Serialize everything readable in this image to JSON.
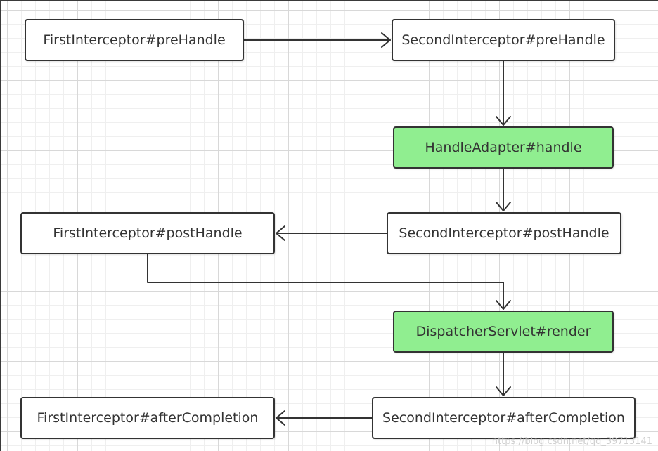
{
  "nodes": {
    "first_prehandle": "FirstInterceptor#preHandle",
    "second_prehandle": "SecondInterceptor#preHandle",
    "handle_adapter": "HandleAdapter#handle",
    "first_posthandle": "FirstInterceptor#postHandle",
    "second_posthandle": "SecondInterceptor#postHandle",
    "dispatcher_render": "DispatcherServlet#render",
    "first_aftercompletion": "FirstInterceptor#afterCompletion",
    "second_aftercompletion": "SecondInterceptor#afterCompletion"
  },
  "colors": {
    "highlight_fill": "#90ee90",
    "default_fill": "#ffffff",
    "stroke": "#333333"
  },
  "watermark": "https://blog.csdn.net/qq_39713141"
}
